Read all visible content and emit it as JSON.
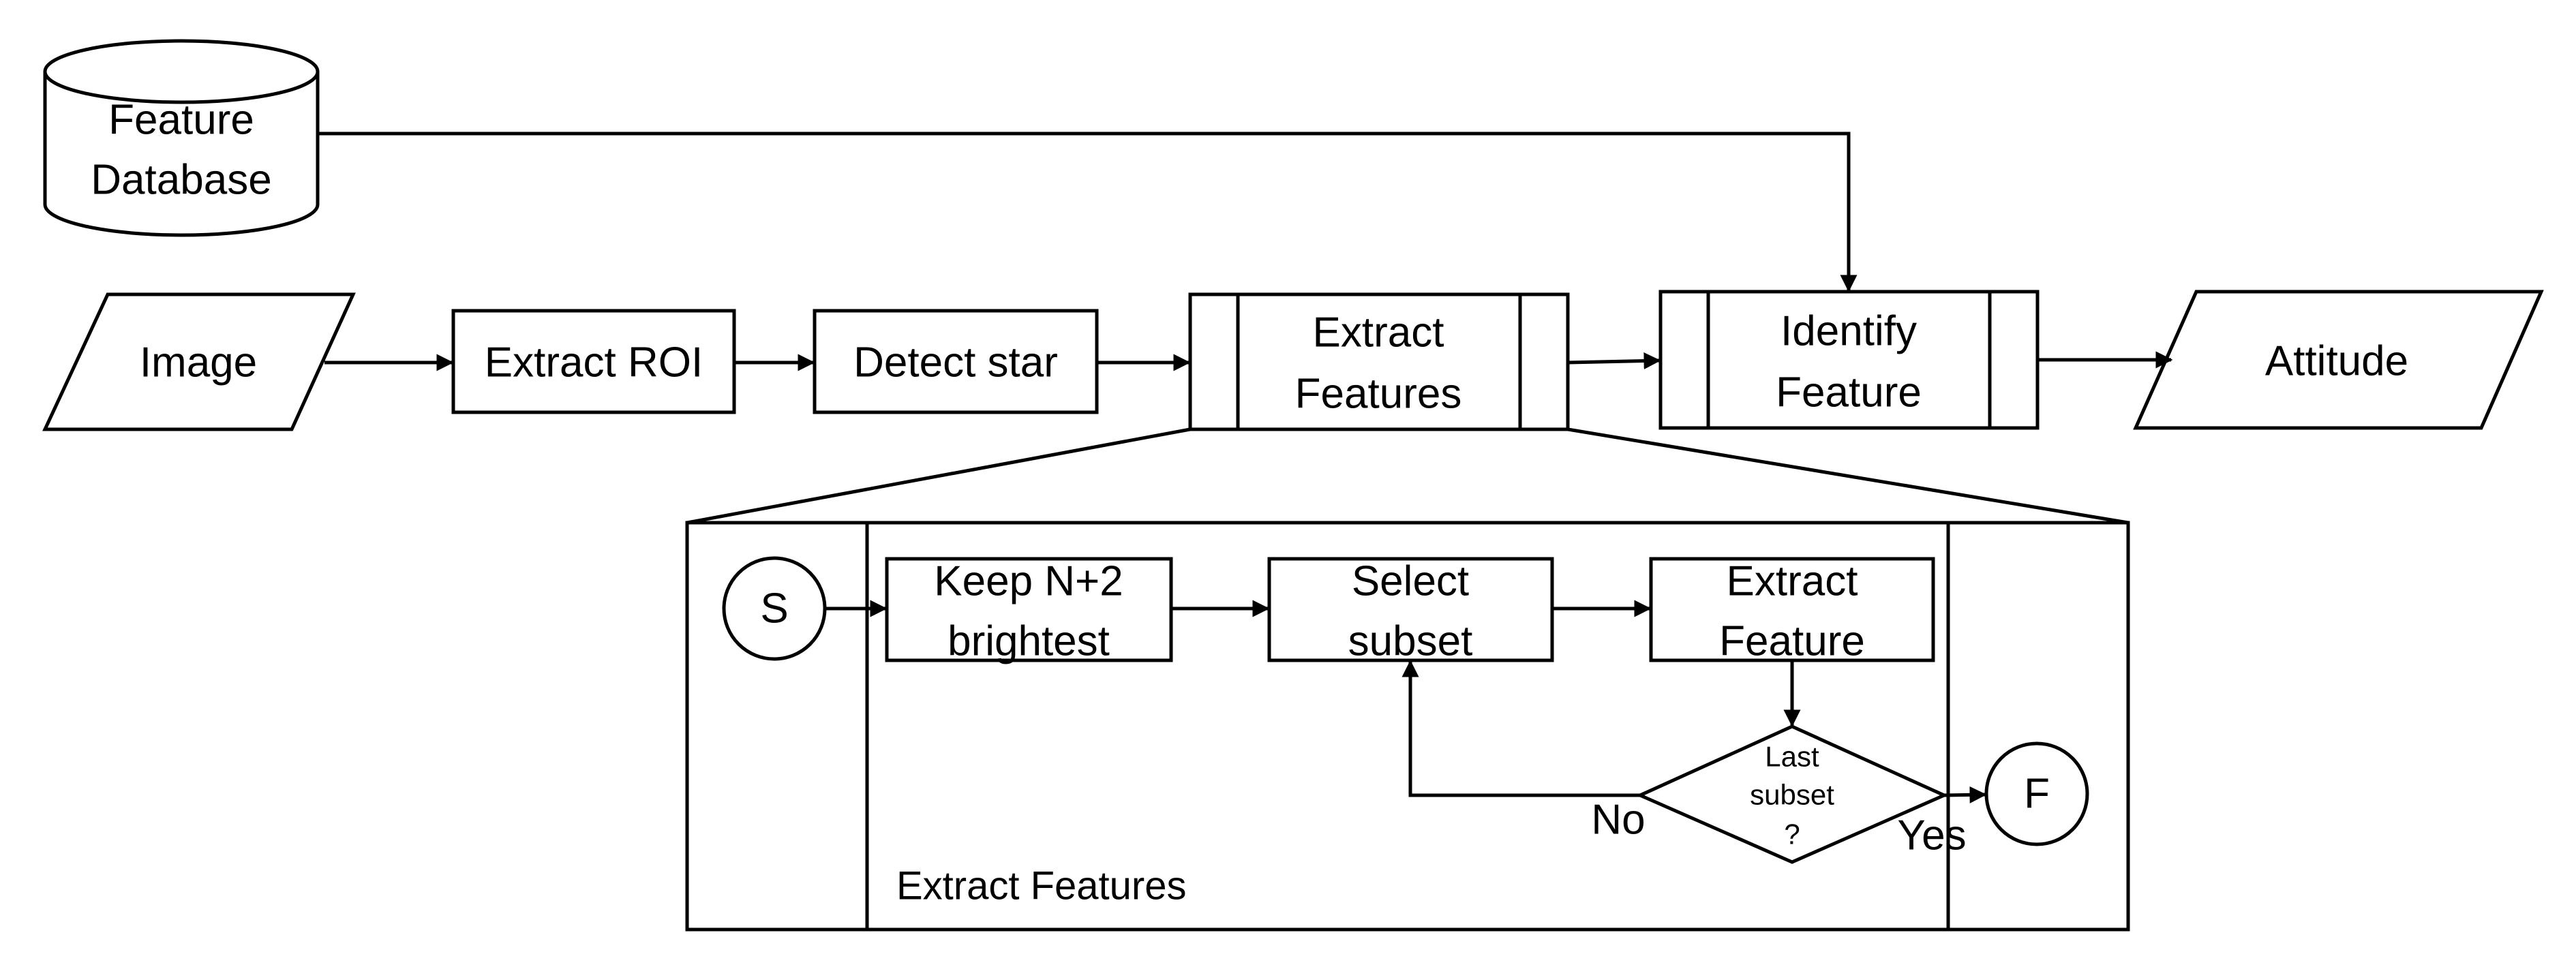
{
  "nodes": {
    "feature_database": [
      "Feature",
      "Database"
    ],
    "image": "Image",
    "extract_roi": "Extract ROI",
    "detect_star": "Detect star",
    "extract_features": [
      "Extract",
      "Features"
    ],
    "identify_feature": [
      "Identify",
      "Feature"
    ],
    "attitude": "Attitude"
  },
  "subprocess": {
    "title": "Extract Features",
    "start": "S",
    "finish": "F",
    "keep_brightest": [
      "Keep N+2",
      "brightest"
    ],
    "select_subset": [
      "Select",
      "subset"
    ],
    "extract_feature": [
      "Extract",
      "Feature"
    ],
    "decision": [
      "Last",
      "subset",
      "?"
    ],
    "no_label": "No",
    "yes_label": "Yes"
  }
}
